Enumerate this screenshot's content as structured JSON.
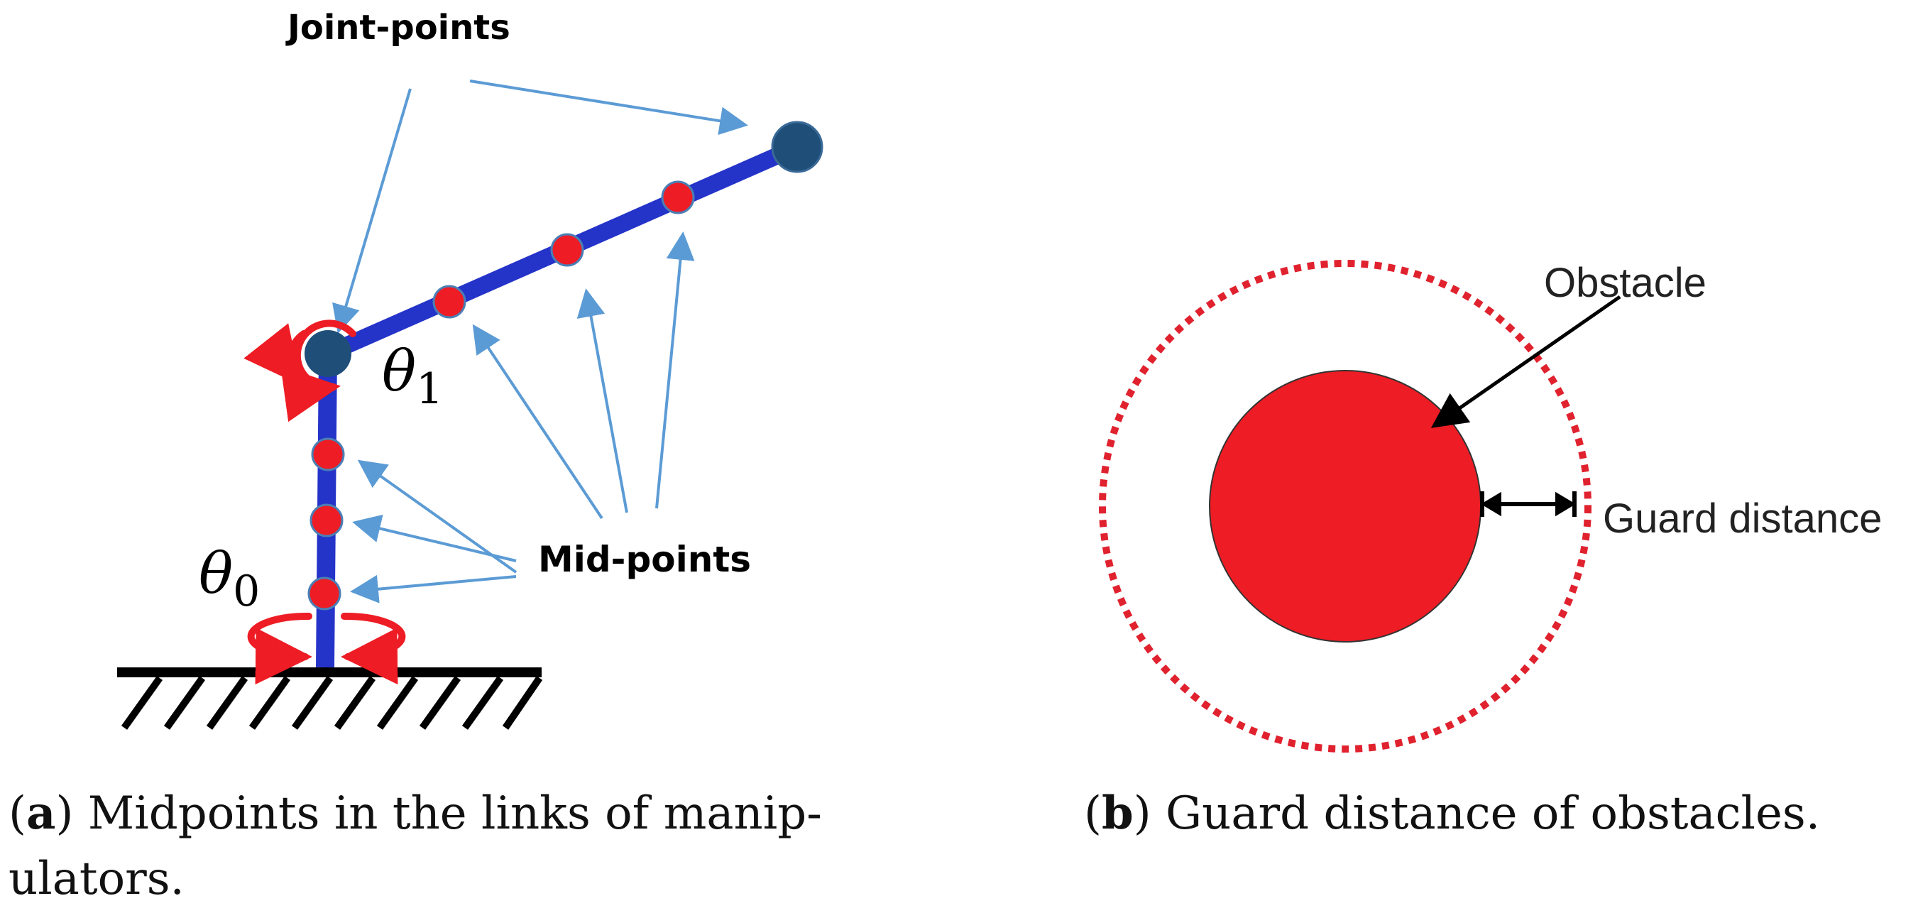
{
  "panel_a": {
    "joint_points_label": "Joint-points",
    "mid_points_label": "Mid-points",
    "theta0_symbol": "θ",
    "theta0_sub": "0",
    "theta1_symbol": "θ",
    "theta1_sub": "1",
    "caption_letter": "a",
    "caption_line1": ") Midpoints in the links of manip-",
    "caption_line2": "ulators."
  },
  "panel_b": {
    "obstacle_label": "Obstacle",
    "guard_label": "Guard distance",
    "caption_letter": "b",
    "caption_text": ") Guard distance of obstacles."
  },
  "colors": {
    "link": "#2433c8",
    "joint": "#1f4e79",
    "midpoint": "#ee1c24",
    "callout_arrow": "#5b9bd5",
    "obstacle": "#ee1c24",
    "guard_ring": "#e0222f",
    "ground": "#000000"
  },
  "icons": {
    "rotation_arrow": "circular-rotation-arrow-icon"
  }
}
